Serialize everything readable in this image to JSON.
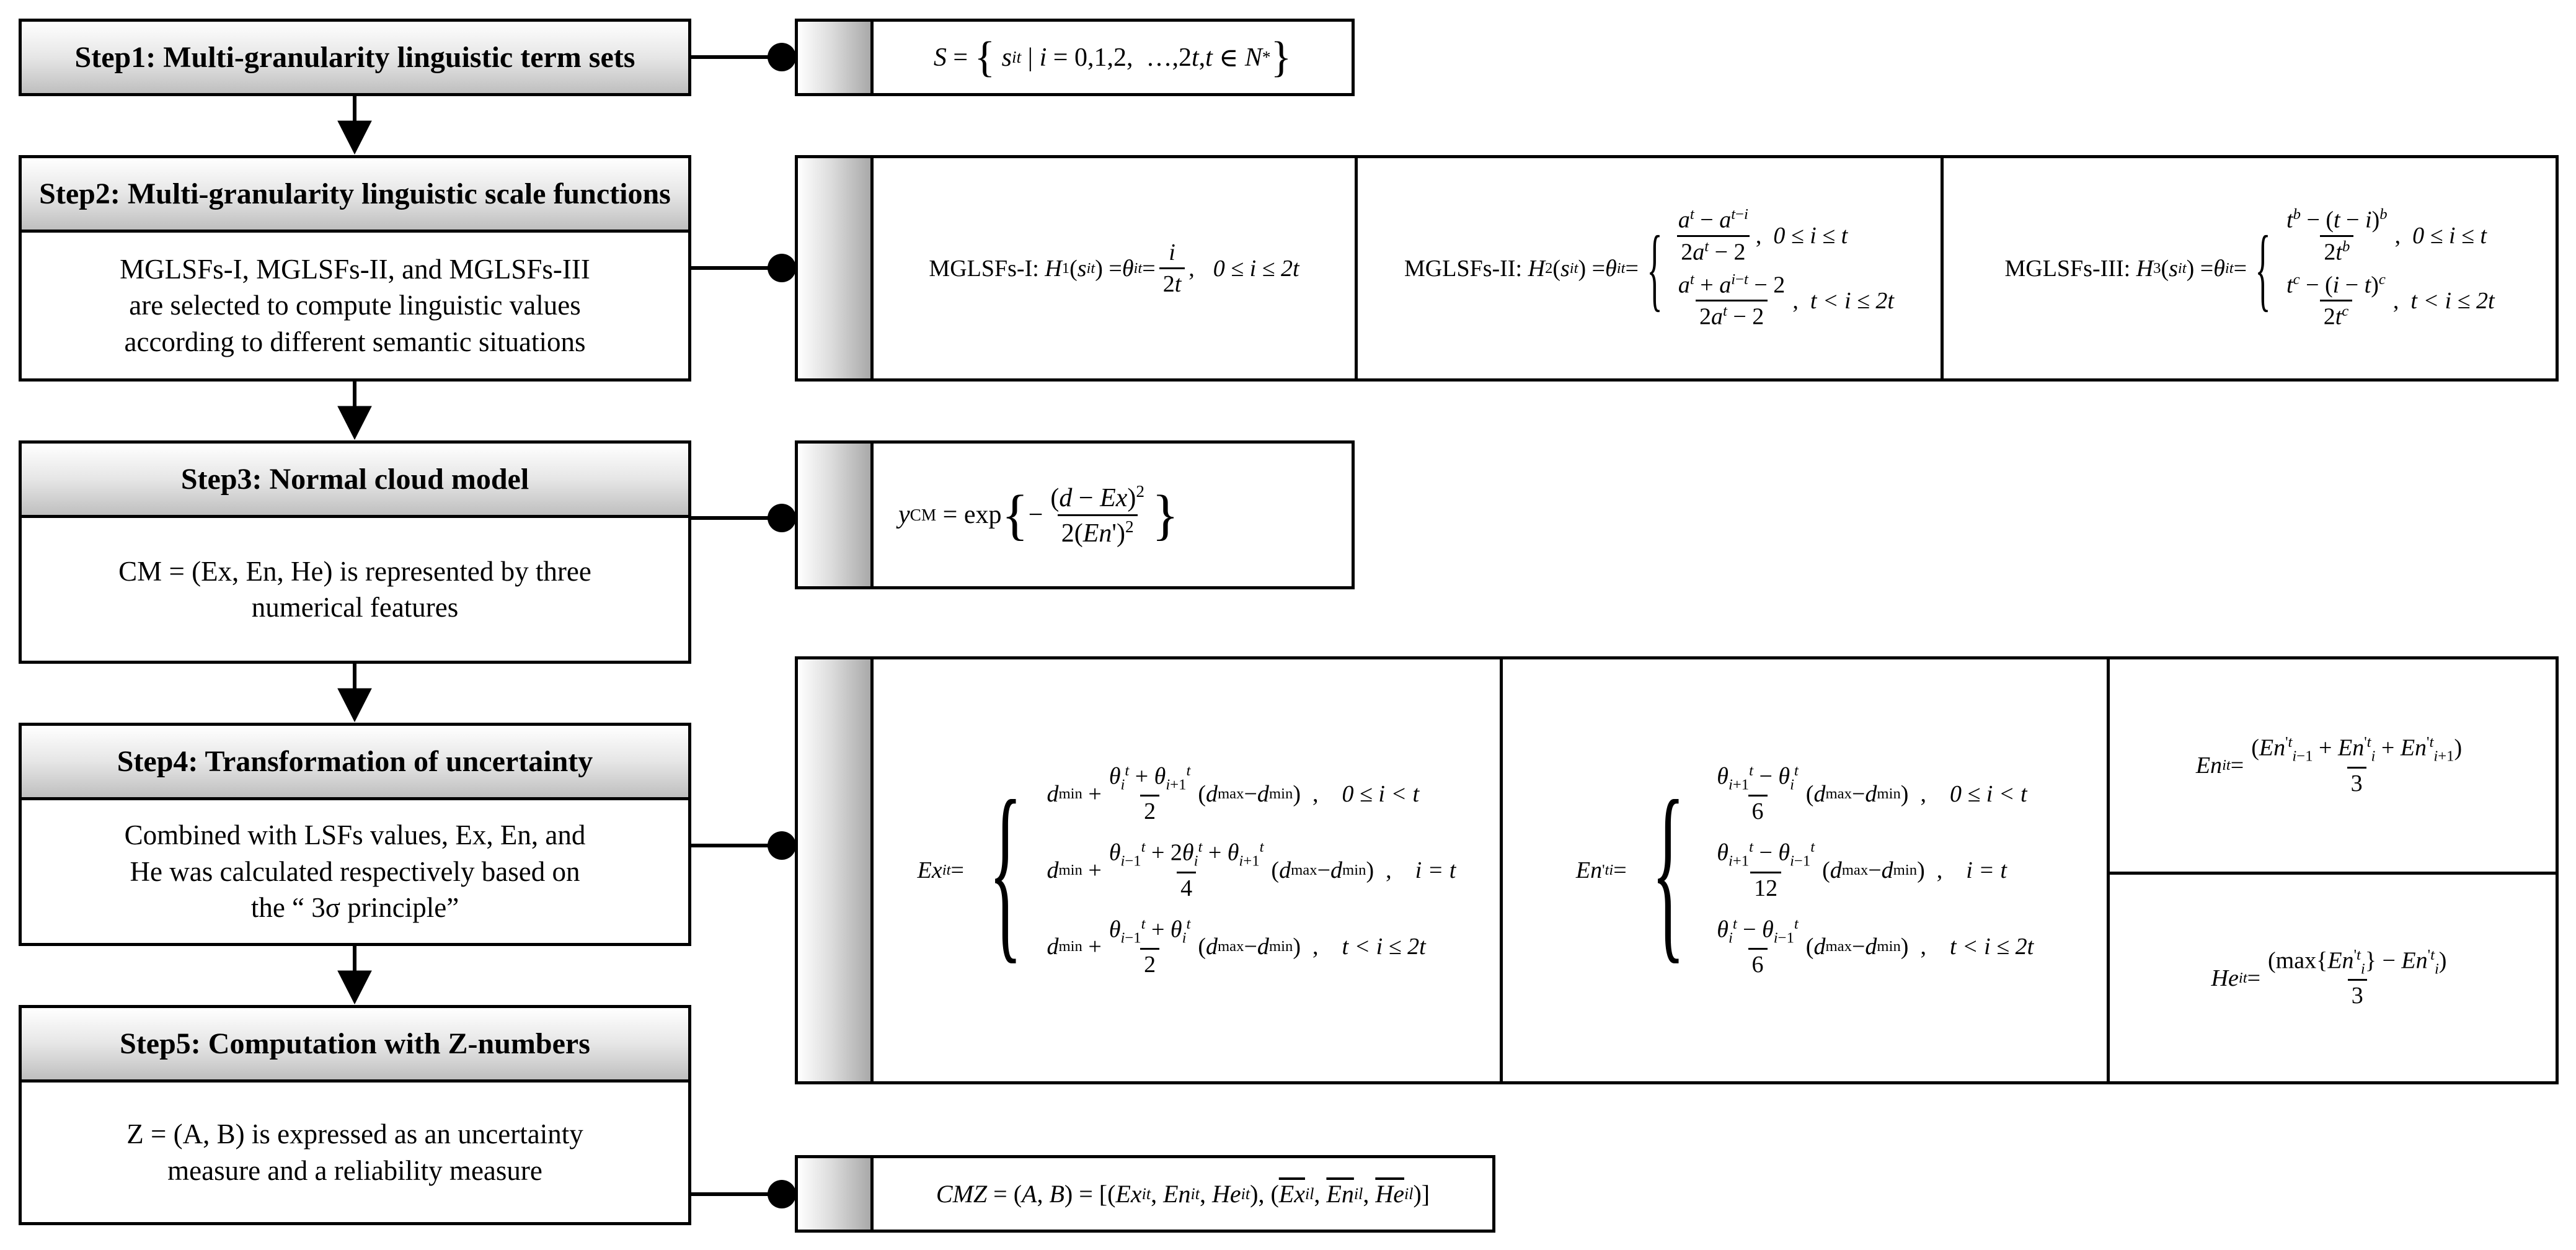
{
  "steps": [
    {
      "title": "Step1: Multi-granularity linguistic term sets",
      "desc": ""
    },
    {
      "title": "Step2: Multi-granularity linguistic scale functions",
      "desc": [
        "MGLSFs-I, MGLSFs-II, and MGLSFs-III",
        "are selected to compute linguistic values",
        "according to different semantic situations"
      ]
    },
    {
      "title": "Step3: Normal cloud model",
      "desc": [
        "CM = (Ex, En, He) is represented by three",
        "numerical features"
      ]
    },
    {
      "title": "Step4: Transformation of uncertainty",
      "desc": [
        "Combined with LSFs values, Ex, En, and",
        "He was calculated respectively based on",
        "the “ 3σ principle”"
      ]
    },
    {
      "title": "Step5: Computation with Z-numbers",
      "desc": [
        "Z = (A, B) is expressed as an uncertainty",
        "measure and a reliability measure"
      ]
    }
  ],
  "formulas": {
    "mglsf_labels": [
      "MGLSFs-I:",
      "MGLSFs-II:",
      "MGLSFs-III:"
    ],
    "conditions": {
      "c1": "0 ≤ i ≤ 2t",
      "c_low": "0 ≤ i ≤ t",
      "c_high": "t < i ≤ 2t",
      "c_lt": "0 ≤ i < t",
      "c_eq": "i = t"
    },
    "cm_lhs": "CM",
    "exp": "exp"
  }
}
